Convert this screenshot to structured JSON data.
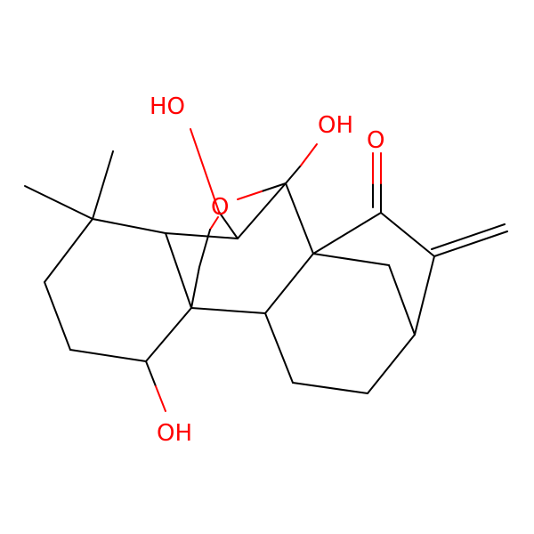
{
  "molecule": {
    "labels": {
      "ho_top": "HO",
      "oh_upper": "OH",
      "ketone_o": "O",
      "ring_o": "O",
      "oh_bottom": "OH"
    },
    "colors": {
      "carbon_bond": "#000000",
      "heteroatom": "#ff0000",
      "background": "#ffffff"
    }
  }
}
